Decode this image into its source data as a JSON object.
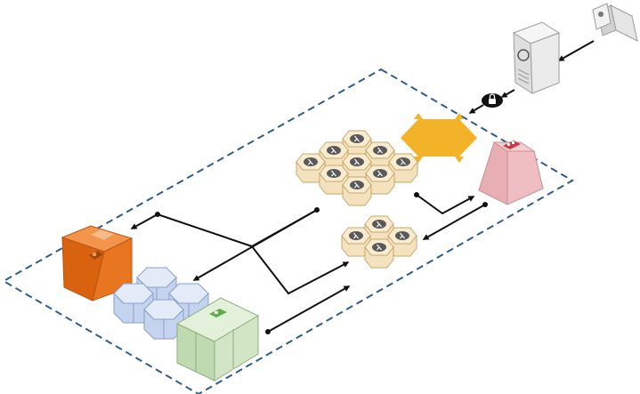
{
  "diagram": {
    "style": "isometric-architecture",
    "colors": {
      "boundary": "#2e5d8a",
      "arrow": "#111111",
      "lambda_fill": "#f3e2bd",
      "lambda_top": "#f8ecd0",
      "lambda_stroke": "#c9a86c",
      "lambda_icon": "#5a5a5a",
      "hex_accent": "#f2b329",
      "orange_box": "#e8701a",
      "blue_box": "#cfdcf2",
      "green_box": "#cfe4c3",
      "green_logo": "#5fae4e",
      "pink_box": "#eab4b8",
      "pink_logo": "#c83a45",
      "device": "#e6e6e6"
    },
    "nodes": [
      {
        "id": "client-device",
        "icon": "user-client-icon"
      },
      {
        "id": "server",
        "icon": "server-icon"
      },
      {
        "id": "lock",
        "icon": "lock-icon"
      },
      {
        "id": "gateway-hex",
        "icon": "hexagon-icon"
      },
      {
        "id": "lambda-cluster-large",
        "icon": "lambda-icon",
        "count": 9
      },
      {
        "id": "lambda-cluster-small",
        "icon": "lambda-icon",
        "count": 4
      },
      {
        "id": "pink-cache",
        "icon": "cache-icon"
      },
      {
        "id": "orange-storage",
        "icon": "bucket-icon"
      },
      {
        "id": "blue-database",
        "icon": "database-icon"
      },
      {
        "id": "green-queue",
        "icon": "queue-icon"
      }
    ]
  }
}
